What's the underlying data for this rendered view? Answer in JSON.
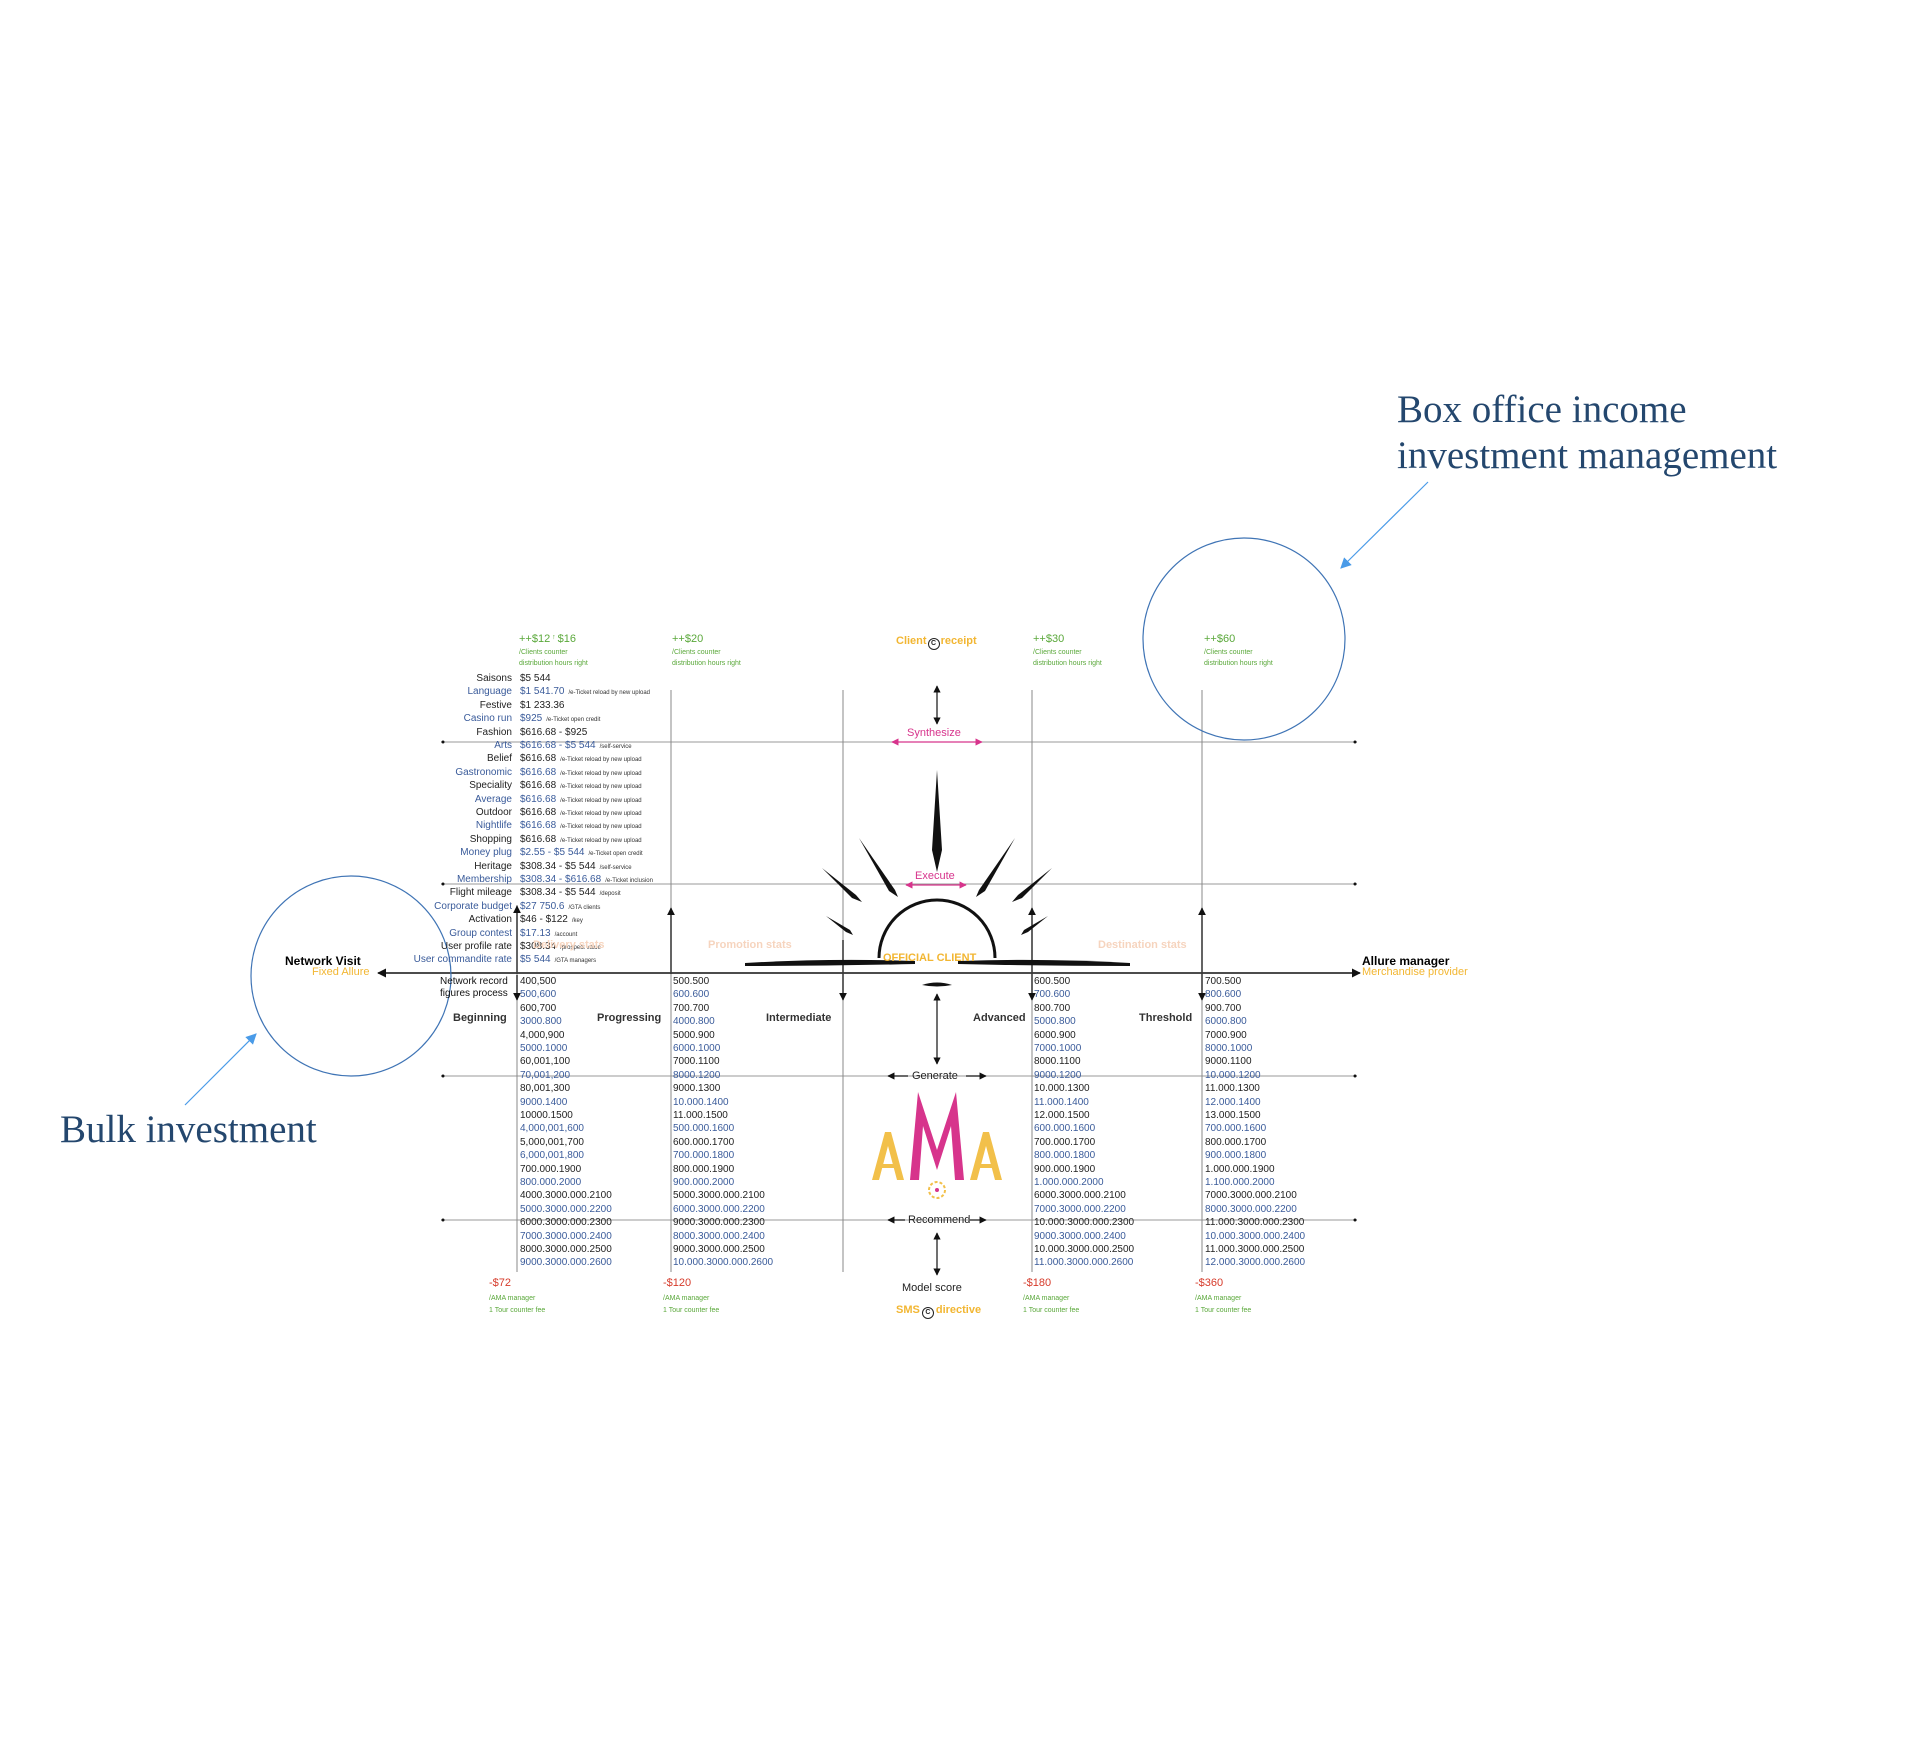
{
  "callouts": {
    "top_right_line1": "Box office income",
    "top_right_line2": "investment management",
    "bottom_left": "Bulk investment"
  },
  "top_prices": [
    {
      "value": "++$12",
      "extra": "$16",
      "line1": "/Clients counter",
      "line2": "distribution hours right"
    },
    {
      "value": "++$20",
      "line1": "/Clients counter",
      "line2": "distribution hours right"
    },
    {
      "value": "++$30",
      "line1": "/Clients counter",
      "line2": "distribution hours right"
    },
    {
      "value": "++$60",
      "line1": "/Clients counter",
      "line2": "distribution hours right"
    }
  ],
  "center": {
    "client_receipt_a": "Client",
    "client_receipt_b": "receipt",
    "synthesize": "Synthesize",
    "execute": "Execute",
    "official_client": "OFFICIAL  CLIENT",
    "generate": "Generate",
    "recommend": "Recommend",
    "model_score": "Model score",
    "sms_a": "SMS",
    "sms_b": "directive",
    "logo": "AMA"
  },
  "categories": [
    {
      "name": "Saisons",
      "price": "$5 544",
      "note": "",
      "blue": false
    },
    {
      "name": "Language",
      "price": "$1 541.70",
      "note": "/e-Ticket reload by new upload",
      "blue": true
    },
    {
      "name": "Festive",
      "price": "$1 233.36",
      "note": "",
      "blue": false
    },
    {
      "name": "Casino run",
      "price": "$925",
      "note": "/e-Ticket open credit",
      "blue": true
    },
    {
      "name": "Fashion",
      "price": "$616.68 - $925",
      "note": "",
      "blue": false
    },
    {
      "name": "Arts",
      "price": "$616.68 - $5 544",
      "note": "/self-service",
      "blue": true
    },
    {
      "name": "Belief",
      "price": "$616.68",
      "note": "/e-Ticket reload by new upload",
      "blue": false
    },
    {
      "name": "Gastronomic",
      "price": "$616.68",
      "note": "/e-Ticket reload by new upload",
      "blue": true
    },
    {
      "name": "Speciality",
      "price": "$616.68",
      "note": "/e-Ticket reload by new upload",
      "blue": false
    },
    {
      "name": "Average",
      "price": "$616.68",
      "note": "/e-Ticket reload by new upload",
      "blue": true
    },
    {
      "name": "Outdoor",
      "price": "$616.68",
      "note": "/e-Ticket reload by new upload",
      "blue": false
    },
    {
      "name": "Nightlife",
      "price": "$616.68",
      "note": "/e-Ticket reload by new upload",
      "blue": true
    },
    {
      "name": "Shopping",
      "price": "$616.68",
      "note": "/e-Ticket reload by new upload",
      "blue": false
    },
    {
      "name": "Money plug",
      "price": "$2.55 - $5 544",
      "note": "/e-Ticket open credit",
      "blue": true
    },
    {
      "name": "Heritage",
      "price": "$308.34 - $5 544",
      "note": "/self-service",
      "blue": false
    },
    {
      "name": "Membership",
      "price": "$308.34 - $616.68",
      "note": "/e-Ticket inclusion",
      "blue": true
    },
    {
      "name": "Flight mileage",
      "price": "$308.34 - $5 544",
      "note": "/deposit",
      "blue": false
    },
    {
      "name": "Corporate budget",
      "price": "$27 750.6",
      "note": "/GTA clients",
      "blue": true
    },
    {
      "name": "Activation",
      "price": "$46 - $122",
      "note": "/key",
      "blue": false
    },
    {
      "name": "Group contest",
      "price": "$17.13",
      "note": "/account",
      "blue": true
    },
    {
      "name": "User profile rate",
      "price": "$308.34",
      "note": "/prospect value",
      "blue": false
    },
    {
      "name": "User commandite rate",
      "price": "$5 544",
      "note": "/GTA managers",
      "blue": true
    }
  ],
  "anchors": {
    "left_title": "Network Visit",
    "left_sub": "Fixed Allure",
    "right_title": "Allure manager",
    "right_sub": "Merchandise provider",
    "network_record_1": "Network record",
    "network_record_2": "figures process"
  },
  "stats": [
    "Delivery stats",
    "Promotion stats",
    "Destination stats"
  ],
  "stages": [
    "Beginning",
    "Progressing",
    "Intermediate",
    "Advanced",
    "Threshold"
  ],
  "columns": [
    [
      "400,500",
      "500,600",
      "600,700",
      "3000.800",
      "4,000,900",
      "5000.1000",
      "60,001,100",
      "70,001,200",
      "80,001,300",
      "9000.1400",
      "10000.1500",
      "4,000,001,600",
      "5,000,001,700",
      "6,000,001,800",
      "700.000.1900",
      "800.000.2000",
      "4000.3000.000.2100",
      "5000.3000.000.2200",
      "6000.3000.000.2300",
      "7000.3000.000.2400",
      "8000.3000.000.2500",
      "9000.3000.000.2600"
    ],
    [
      "500.500",
      "600.600",
      "700.700",
      "4000.800",
      "5000.900",
      "6000.1000",
      "7000.1100",
      "8000.1200",
      "9000.1300",
      "10.000.1400",
      "11.000.1500",
      "500.000.1600",
      "600.000.1700",
      "700.000.1800",
      "800.000.1900",
      "900.000.2000",
      "5000.3000.000.2100",
      "6000.3000.000.2200",
      "9000.3000.000.2300",
      "8000.3000.000.2400",
      "9000.3000.000.2500",
      "10.000.3000.000.2600"
    ],
    [
      "600.500",
      "700.600",
      "800.700",
      "5000.800",
      "6000.900",
      "7000.1000",
      "8000.1100",
      "9000.1200",
      "10.000.1300",
      "11.000.1400",
      "12.000.1500",
      "600.000.1600",
      "700.000.1700",
      "800.000.1800",
      "900.000.1900",
      "1.000.000.2000",
      "6000.3000.000.2100",
      "7000.3000.000.2200",
      "10.000.3000.000.2300",
      "9000.3000.000.2400",
      "10.000.3000.000.2500",
      "11.000.3000.000.2600"
    ],
    [
      "700.500",
      "800.600",
      "900.700",
      "6000.800",
      "7000.900",
      "8000.1000",
      "9000.1100",
      "10.000.1200",
      "11.000.1300",
      "12.000.1400",
      "13.000.1500",
      "700.000.1600",
      "800.000.1700",
      "900.000.1800",
      "1.000.000.1900",
      "1.100.000.2000",
      "7000.3000.000.2100",
      "8000.3000.000.2200",
      "11.000.3000.000.2300",
      "10.000.3000.000.2400",
      "11.000.3000.000.2500",
      "12.000.3000.000.2600"
    ]
  ],
  "bottom_fees": [
    {
      "value": "-$72",
      "line1": "/AMA manager",
      "line2": "1 Tour counter fee"
    },
    {
      "value": "-$120",
      "line1": "/AMA manager",
      "line2": "1 Tour counter fee"
    },
    {
      "value": "-$180",
      "line1": "/AMA manager",
      "line2": "1 Tour counter fee"
    },
    {
      "value": "-$360",
      "line1": "/AMA manager",
      "line2": "1 Tour counter fee"
    }
  ],
  "colors": {
    "callout": "#24476e",
    "callout_arrow": "#4a9be8",
    "circle": "#3f74b5",
    "green": "#5aa83a",
    "blue_text": "#3a5b9a",
    "magenta": "#d7348c",
    "gold": "#f2b632",
    "red": "#d63a2a",
    "faded": "#f6d4be"
  }
}
